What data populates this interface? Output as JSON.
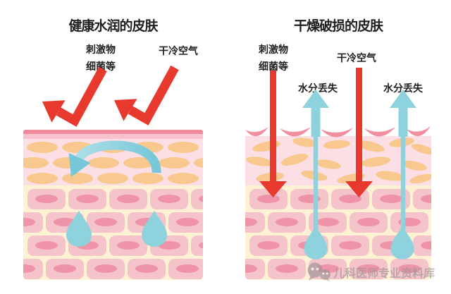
{
  "figure": {
    "left_panel": {
      "title": "健康水润的皮肤",
      "labels": {
        "irritant": "刺激物",
        "bacteria": "细菌等",
        "cold_air": "干冷空气"
      }
    },
    "right_panel": {
      "title": "干燥破损的皮肤",
      "labels": {
        "irritant": "刺激物",
        "bacteria": "细菌等",
        "cold_air": "干冷空气",
        "water_loss_left": "水分丢失",
        "water_loss_right": "水分丢失"
      }
    },
    "watermark": {
      "icon": "wechat-icon",
      "text": "儿科医师专业资料库"
    },
    "palette": {
      "arrow_red": "#e8392e",
      "water_blue": "#8ed2de",
      "water_blue_deep": "#76c7d8",
      "surface_rose": "#ef8a9d",
      "surface_pink": "#f7c2cb",
      "stratum_pink": "#fbdfe4",
      "corneocyte_orange": "#f8c88e",
      "basal_cream": "#fdf2d3",
      "cell_pink": "#f5c3ca",
      "nucleus_rose": "#ef93a8",
      "crack_rose": "#f18fa1",
      "text_dark": "#1f1f1f",
      "watermark_gray": "#9a9696"
    }
  }
}
